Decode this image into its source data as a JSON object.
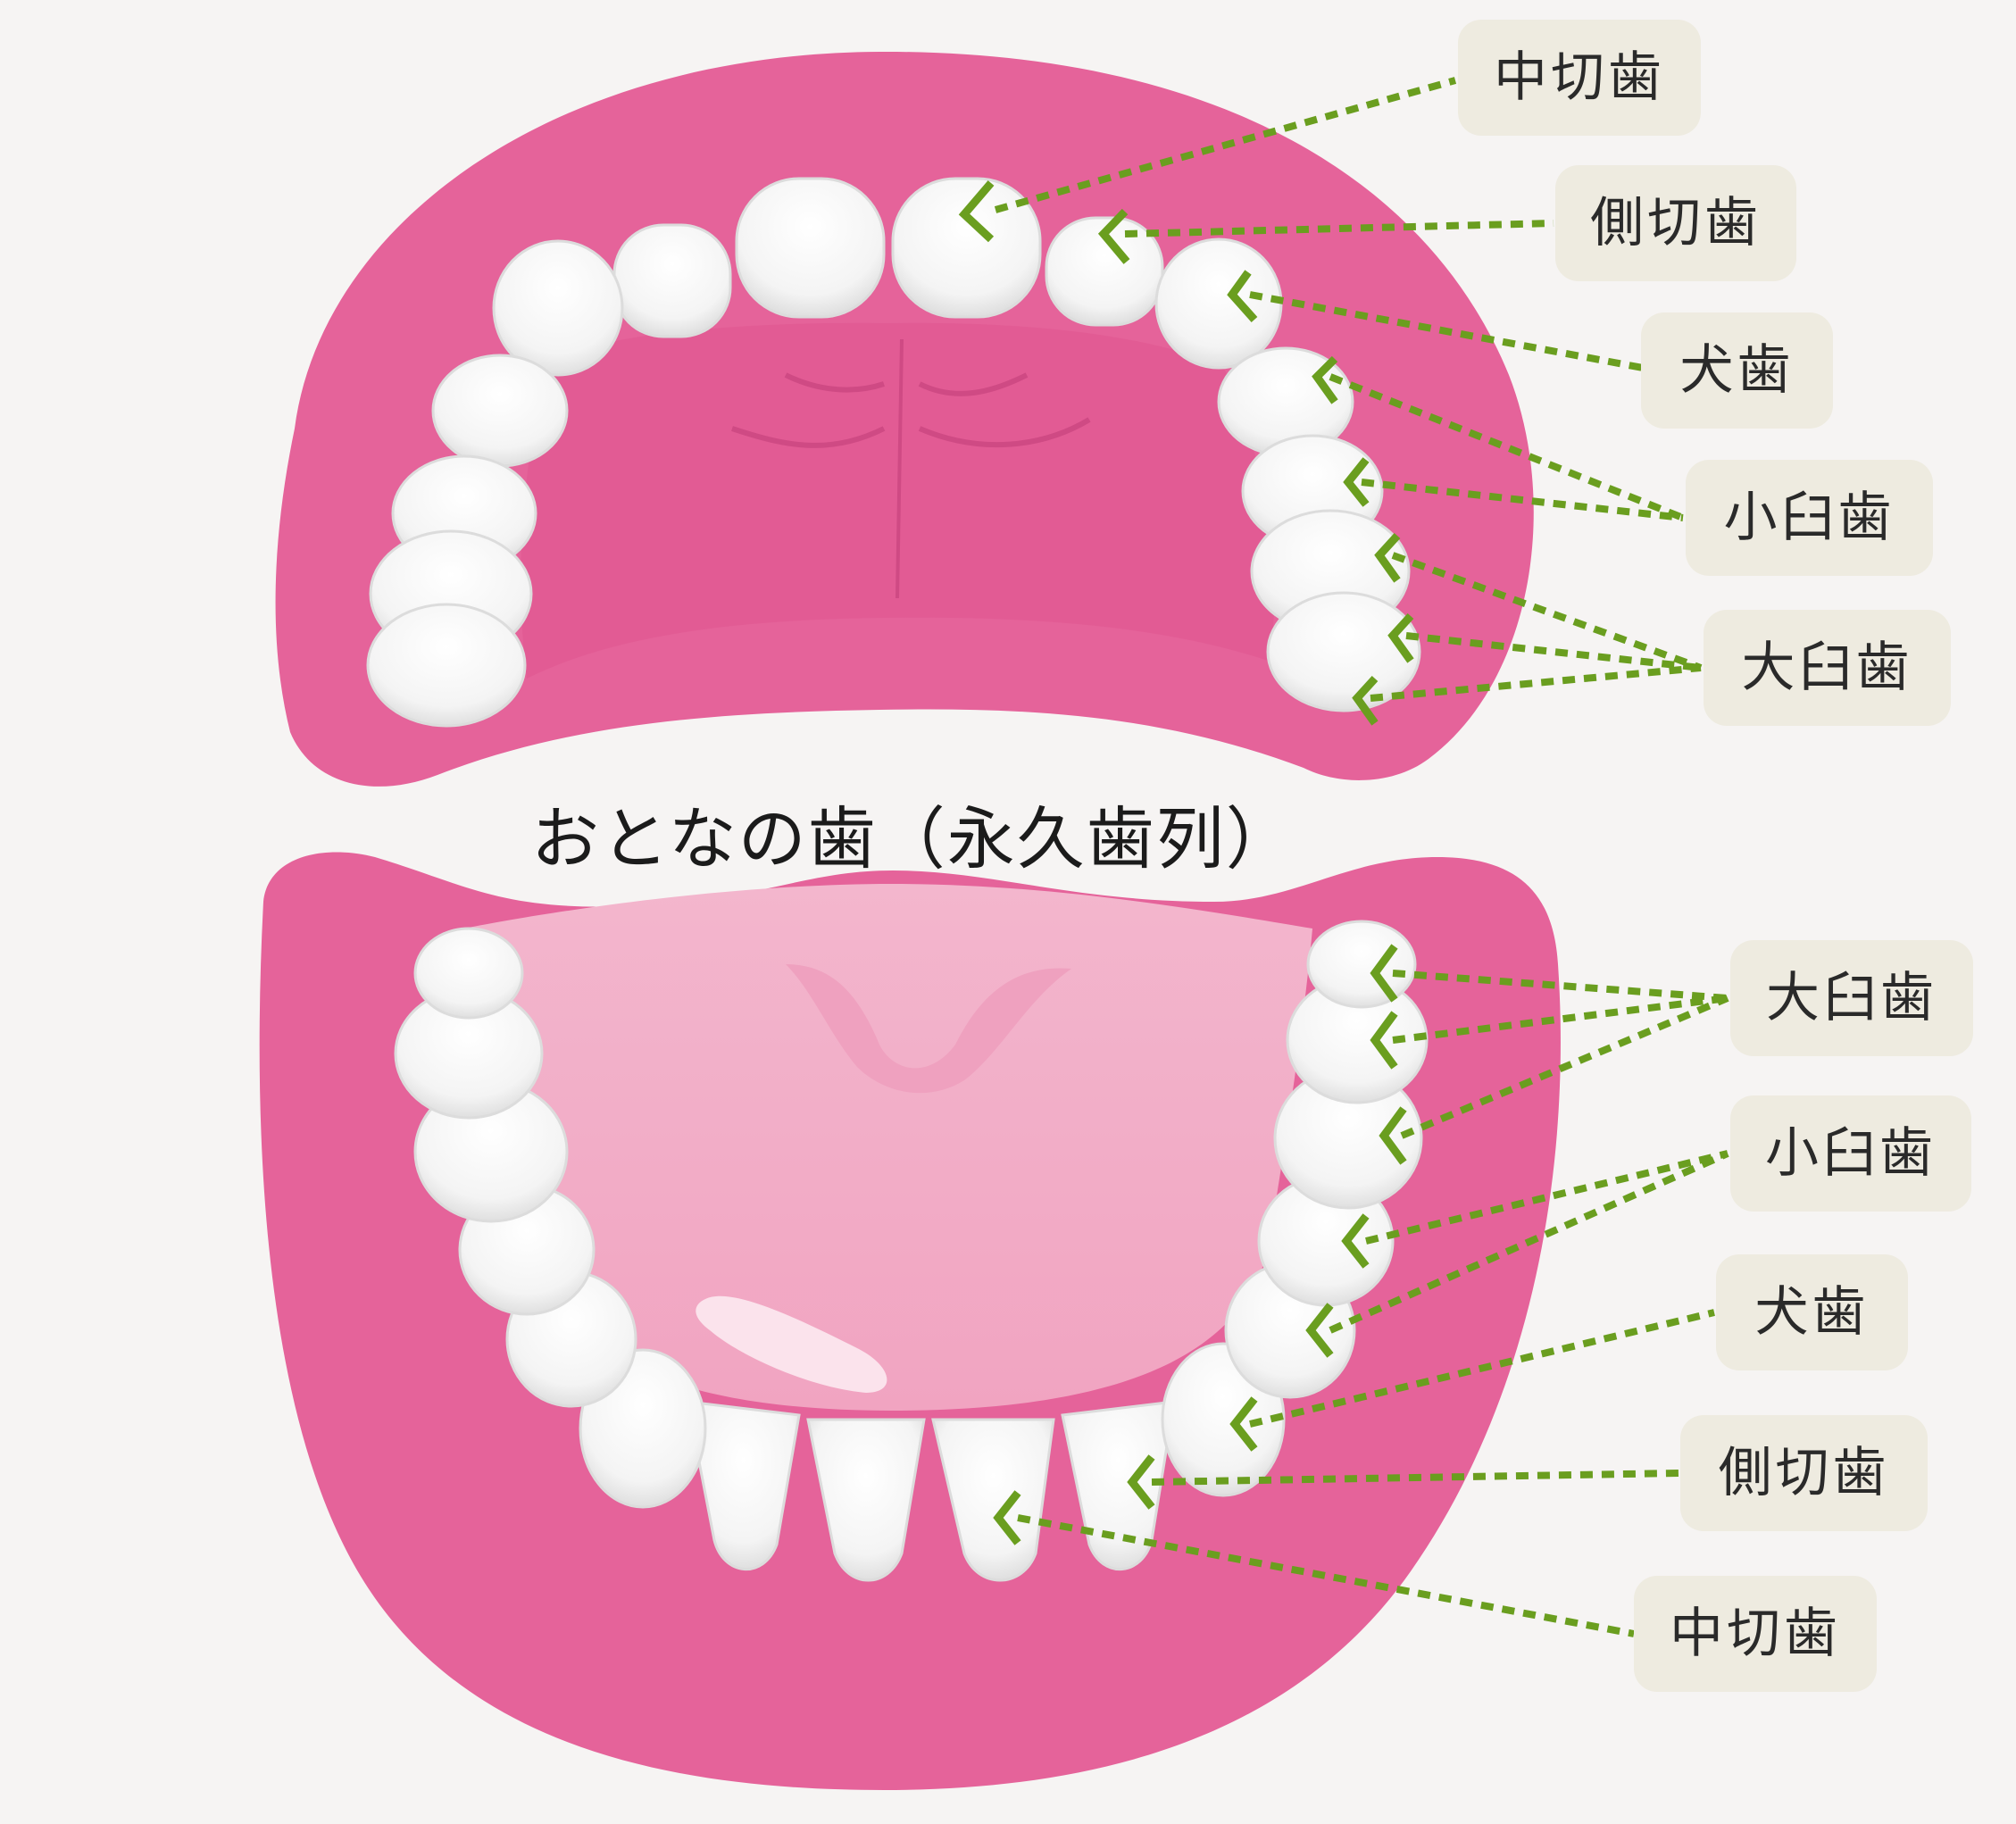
{
  "title": "おとなの歯（永久歯列）",
  "upper_labels": [
    "中切歯",
    "側切歯",
    "犬歯",
    "小臼歯",
    "大臼歯"
  ],
  "lower_labels": [
    "大臼歯",
    "小臼歯",
    "犬歯",
    "側切歯",
    "中切歯"
  ],
  "colors": {
    "gum": "#e5639a",
    "gum_dark": "#d9528b",
    "tongue": "#f5b3cc",
    "tooth": "#ffffff",
    "leader": "#6a9e1f",
    "label_bg": "#eeebe0",
    "background": "#f6f4f3"
  }
}
